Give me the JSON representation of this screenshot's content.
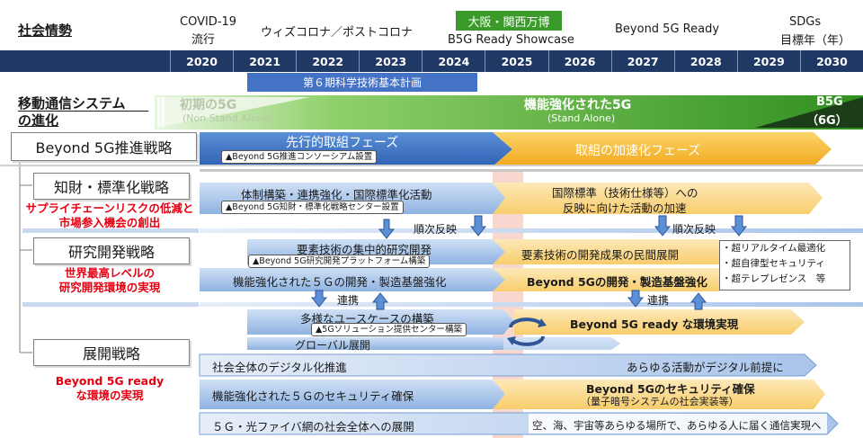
{
  "header": {
    "social_label": "社会情勢",
    "covid": "COVID-19",
    "covid2": "流行",
    "with_corona": "ウィズコロナ／ポストコロナ",
    "expo": "大阪・関西万博",
    "b5g_showcase": "B5G Ready Showcase",
    "b5g_ready": "Beyond 5G Ready",
    "sdgs": "SDGs",
    "sdgs2": "目標年（年）"
  },
  "years": [
    "2020",
    "2021",
    "2022",
    "2023",
    "2024",
    "2025",
    "2026",
    "2027",
    "2028",
    "2029",
    "2030"
  ],
  "plan_6": "第６期科学技術基本計画",
  "mobile": {
    "label1": "移動通信システム",
    "label2": "の進化",
    "initial5g": "初期の5G",
    "nsa": "(Non Stand Alone)",
    "enhanced5g": "機能強化された5G",
    "sa": "(Stand Alone)",
    "b5g": "B5G",
    "b5g6g": "（6G）"
  },
  "strategy": {
    "label": "Beyond 5G推進戦略",
    "phase1": "先行的取組フェーズ",
    "phase2": "取組の加速化フェーズ",
    "consortium": "▲Beyond 5G推進コンソーシアム設置"
  },
  "ip": {
    "label": "知財・標準化戦略",
    "red1": "サプライチェーンリスクの低減と",
    "red2": "市場参入機会の創出",
    "bar1": "体制構築・連携強化・国際標準化活動",
    "note1": "▲Beyond 5G知財・標準化戦略センター設置",
    "bar2a": "国際標準（技術仕様等）への",
    "bar2b": "反映に向けた活動の加速",
    "feedback": "順次反映"
  },
  "rd": {
    "label": "研究開発戦略",
    "red1": "世界最高レベルの",
    "red2": "研究開発環境の実現",
    "bar1": "要素技術の集中的研究開発",
    "note1": "▲Beyond 5G研究開発プラットフォーム構築",
    "bar2": "要素技術の開発成果の民間展開",
    "bullets": [
      "・超リアルタイム最適化",
      "・超自律型セキュリティ",
      "・超テレプレゼンス　等"
    ],
    "bar3": "機能強化された５Ｇの開発・製造基盤強化",
    "bar4": "Beyond 5Gの開発・製造基盤強化",
    "link": "連携"
  },
  "deploy": {
    "label": "展開戦略",
    "red1": "Beyond 5G ready",
    "red2": "な環境の実現",
    "bar1": "多様なユースケースの構築",
    "note1": "▲5Gソリューション提供センター構築",
    "bar1b": "Beyond 5G ready な環境実現",
    "bar2": "グローバル展開",
    "bar3a": "社会全体のデジタル化推進",
    "bar3b": "あらゆる活動がデジタル前提に",
    "bar4a": "機能強化された５Ｇのセキュリティ確保",
    "bar4b1": "Beyond 5Gのセキュリティ確保",
    "bar4b2": "（量子暗号システムの社会実装等）",
    "bar5a": "５Ｇ・光ファイバ網の社会全体への展開",
    "bar5b": "空、海、宇宙等あらゆる場所で、あらゆる人に届く通信実現へ"
  },
  "colors": {
    "navy": "#1f3864",
    "blue": "#4472c4",
    "orange": "#f5b942",
    "green": "#3a9a2a",
    "red": "#e60012"
  }
}
